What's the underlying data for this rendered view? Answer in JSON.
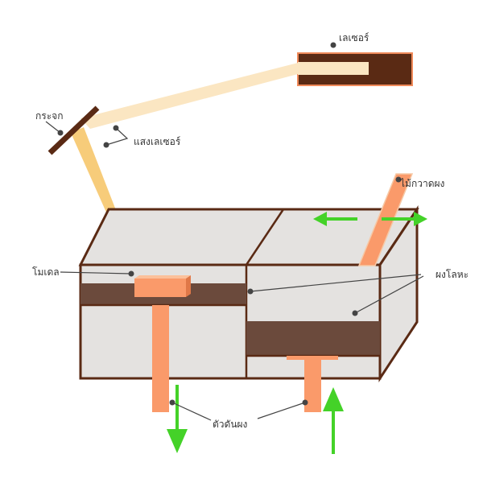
{
  "labels": {
    "laser": "เลเซอร์",
    "mirror": "กระจก",
    "laser_beam": "แสงเลเซอร์",
    "roller": "ไม้กวาดผง",
    "model": "โมเดล",
    "metal_powder": "ผงโลหะ",
    "piston": "ตัวดันผง"
  },
  "colors": {
    "outline": "#5a2a14",
    "box_fill": "#e4e2e0",
    "powder": "#6b4a3c",
    "orange": "#fa9a6a",
    "beam_near": "#f7cc7a",
    "beam_far": "#fbe6c2",
    "laser_body": "#5a2a14",
    "arrow": "#44d228"
  }
}
